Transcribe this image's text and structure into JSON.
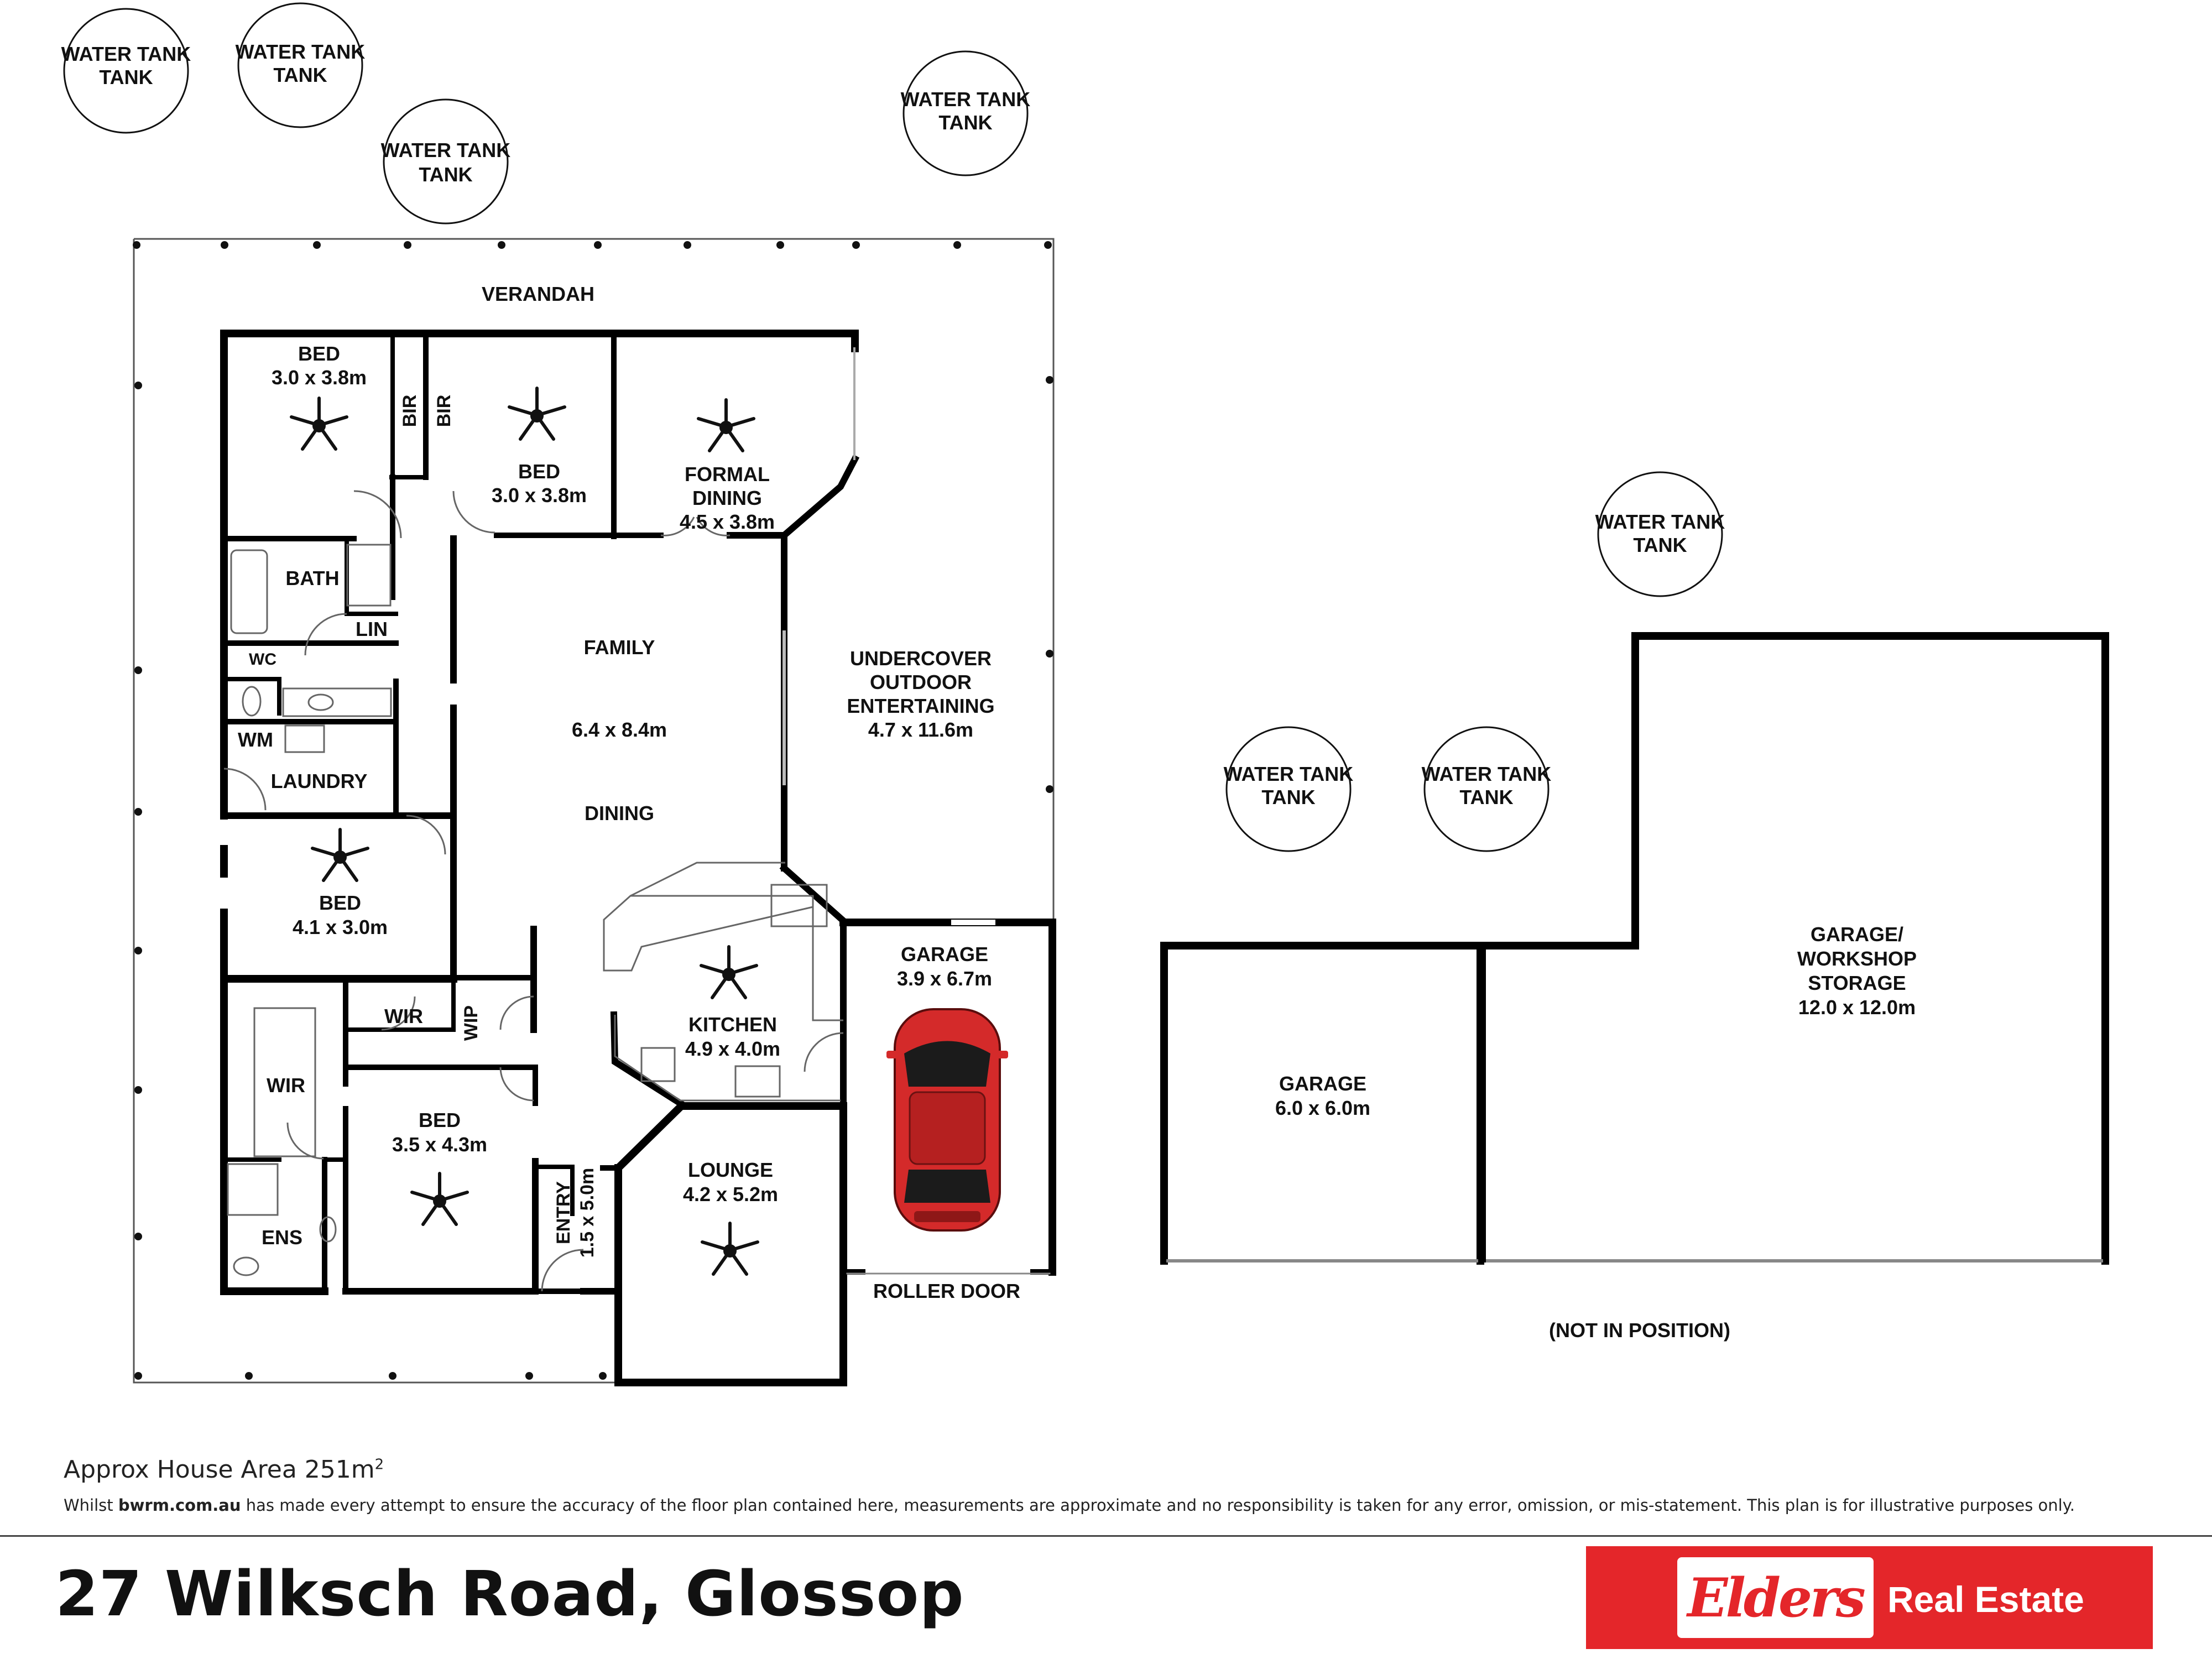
{
  "plan": {
    "water_tank": "WATER TANK",
    "verandah": "VERANDAH",
    "rooms": {
      "bed1": {
        "name": "BED",
        "size": "3.0 x 3.8m"
      },
      "bed2": {
        "name": "BED",
        "size": "3.0 x 3.8m"
      },
      "bir": "BIR",
      "formal_dining": {
        "line1": "FORMAL",
        "line2": "DINING",
        "size": "4.5 x 3.8m"
      },
      "bath": "BATH",
      "lin": "LIN",
      "wc": "WC",
      "wm": "WM",
      "laundry": "LAUNDRY",
      "family": "FAMILY",
      "family_size": "6.4 x 8.4m",
      "dining": "DINING",
      "undercover": {
        "line1": "UNDERCOVER",
        "line2": "OUTDOOR",
        "line3": "ENTERTAINING",
        "size": "4.7 x 11.6m"
      },
      "bed3": {
        "name": "BED",
        "size": "4.1 x 3.0m"
      },
      "wir": "WIR",
      "wip": "WIP",
      "kitchen": {
        "name": "KITCHEN",
        "size": "4.9 x 4.0m"
      },
      "garage_house": {
        "name": "GARAGE",
        "size": "3.9 x 6.7m"
      },
      "bed4": {
        "name": "BED",
        "size": "3.5 x 4.3m"
      },
      "ens": "ENS",
      "entry": {
        "name": "ENTRY",
        "size": "1.5 x 5.0m"
      },
      "lounge": {
        "name": "LOUNGE",
        "size": "4.2 x 5.2m"
      },
      "roller_door": "ROLLER DOOR",
      "garage_shed": {
        "name": "GARAGE",
        "size": "6.0 x 6.0m"
      },
      "workshop": {
        "line1": "GARAGE/",
        "line2": "WORKSHOP",
        "line3": "STORAGE",
        "size": "12.0 x 12.0m"
      },
      "not_in_position": "(NOT IN POSITION)"
    }
  },
  "footer": {
    "area_label": "Approx House Area 251m",
    "area_sup": "2",
    "disclaimer_pre": "Whilst ",
    "disclaimer_site": "bwrm.com.au",
    "disclaimer_post": " has made every attempt to ensure the accuracy of the floor plan contained here, measurements are approximate and no responsibility is taken for any error, omission, or mis-statement. This plan is for illustrative purposes only.",
    "address": "27 Wilksch Road, Glossop",
    "brand_logo": "Elders",
    "brand_text": "Real Estate"
  },
  "colors": {
    "car": "#d42a2a",
    "brand": "#e4262a",
    "walls": "#000000"
  }
}
